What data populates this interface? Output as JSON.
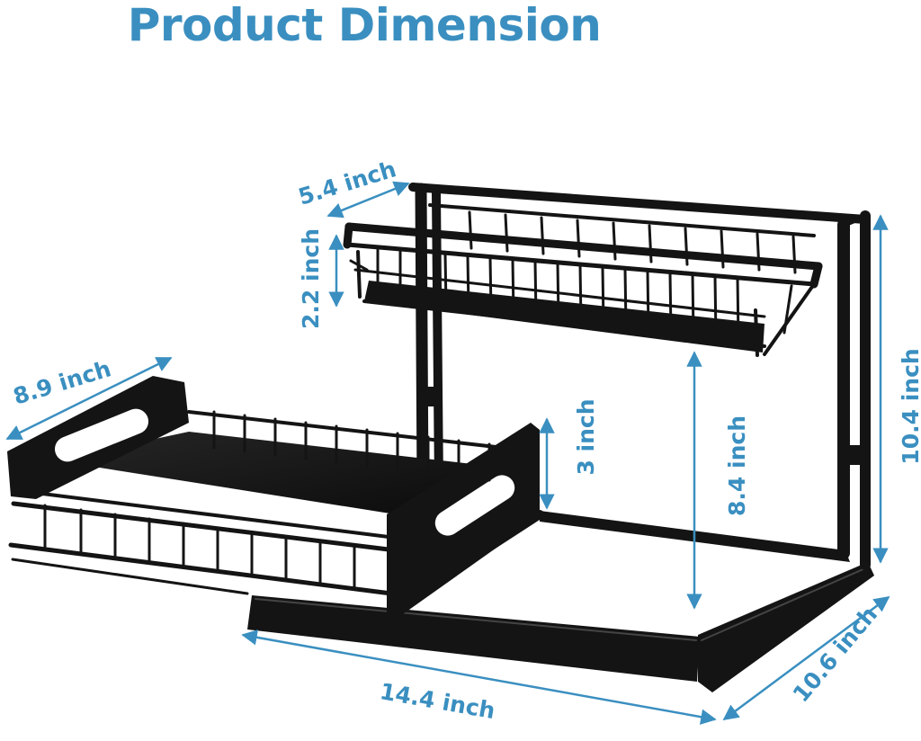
{
  "title": "Product Dimension",
  "colors": {
    "accent": "#3a8fc0",
    "rack": "#141414",
    "background": "#ffffff"
  },
  "dimensions": {
    "top_depth": "5.4 inch",
    "top_height": "2.2 inch",
    "bottom_depth": "8.9 inch",
    "bottom_height": "3 inch",
    "clearance": "8.4 inch",
    "total_height": "10.4 inch",
    "total_depth": "10.6 inch",
    "total_width": "14.4 inch"
  }
}
